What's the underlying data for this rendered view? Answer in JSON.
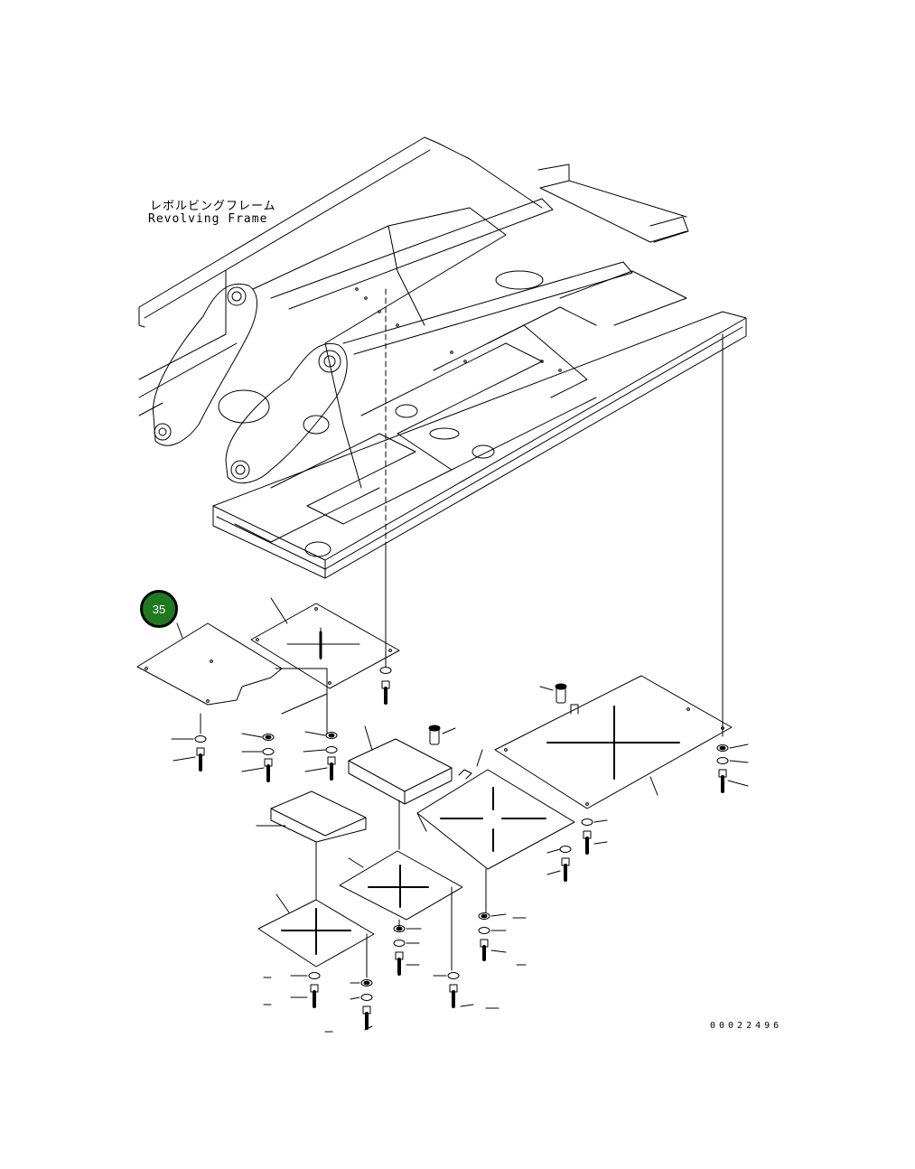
{
  "diagram": {
    "frame_label_jp": "レボルビングフレーム",
    "frame_label_en": "Revolving Frame",
    "callout_number": "35",
    "document_number": "00022496",
    "colors": {
      "line": "#000000",
      "background": "#ffffff",
      "callout_fill": "#1f7a1f",
      "callout_text": "#ffffff"
    }
  }
}
